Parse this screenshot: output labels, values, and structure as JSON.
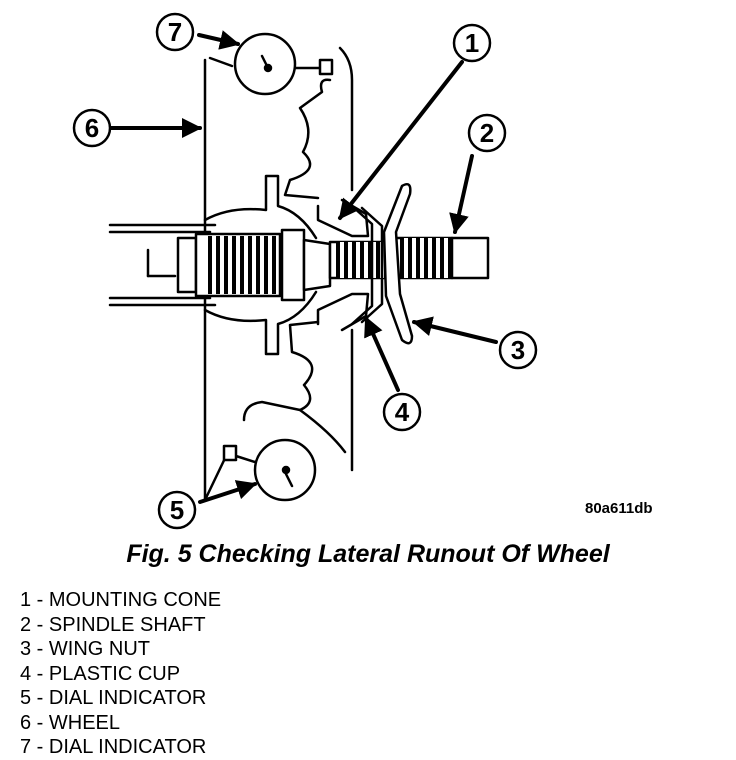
{
  "figure": {
    "code": "80a611db",
    "caption": "Fig. 5 Checking Lateral Runout Of Wheel"
  },
  "callouts": [
    {
      "num": "1",
      "label": "MOUNTING CONE"
    },
    {
      "num": "2",
      "label": "SPINDLE SHAFT"
    },
    {
      "num": "3",
      "label": "WING NUT"
    },
    {
      "num": "4",
      "label": "PLASTIC CUP"
    },
    {
      "num": "5",
      "label": "DIAL INDICATOR"
    },
    {
      "num": "6",
      "label": "WHEEL"
    },
    {
      "num": "7",
      "label": "DIAL INDICATOR"
    }
  ],
  "legend": [
    "1 - MOUNTING CONE",
    "2 - SPINDLE SHAFT",
    "3 - WING NUT",
    "4 - PLASTIC CUP",
    "5 - DIAL INDICATOR",
    "6 - WHEEL",
    "7 - DIAL INDICATOR"
  ]
}
